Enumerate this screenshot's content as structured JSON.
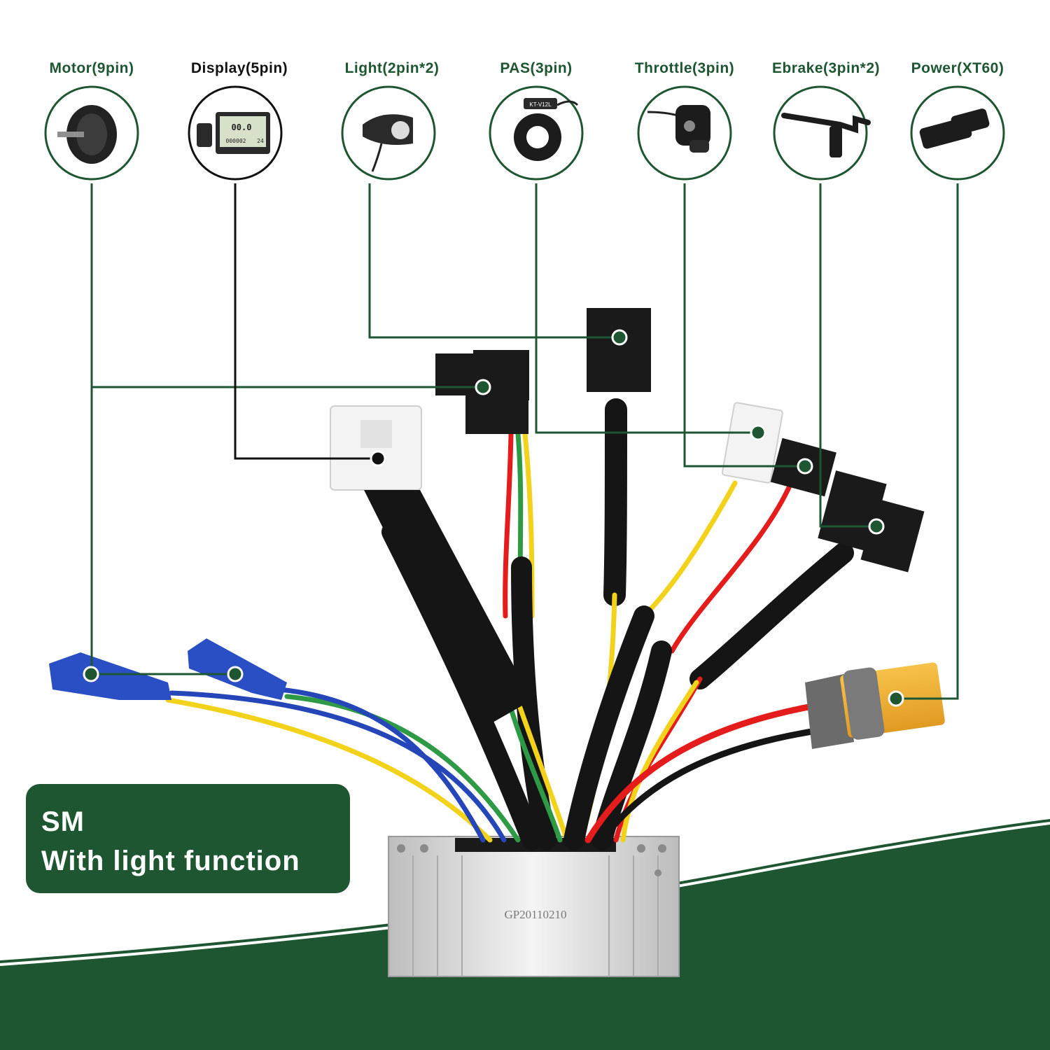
{
  "colors": {
    "brand_green": "#1d5631",
    "leader_black": "#111111",
    "wire_red": "#e41c1c",
    "wire_yellow": "#f2d21b",
    "wire_green": "#2f9a45",
    "wire_blue": "#2446b8",
    "wire_black": "#151515",
    "wire_white": "#f0f0f0",
    "connector_blue": "#2a4fc4",
    "xt60_yellow": "#f2b135",
    "housing_silver": "#d9d9d9"
  },
  "ports": [
    {
      "label": "Motor(9pin)",
      "icon": "hub-motor-icon",
      "color": "#1d5631"
    },
    {
      "label": "Display(5pin)",
      "icon": "lcd-display-icon",
      "color": "#111111"
    },
    {
      "label": "Light(2pin*2)",
      "icon": "headlight-icon",
      "color": "#1d5631"
    },
    {
      "label": "PAS(3pin)",
      "icon": "pas-sensor-icon",
      "color": "#1d5631"
    },
    {
      "label": "Throttle(3pin)",
      "icon": "thumb-throttle-icon",
      "color": "#1d5631"
    },
    {
      "label": "Ebrake(3pin*2)",
      "icon": "brake-lever-icon",
      "color": "#1d5631"
    },
    {
      "label": "Power(XT60)",
      "icon": "battery-plug-icon",
      "color": "#1d5631"
    }
  ],
  "badge": {
    "line1": "SM",
    "line2": "With light function"
  },
  "controller": {
    "serial": "GP20110210"
  },
  "display_screen": {
    "speed": "00.0",
    "odo": "000002",
    "voltage": "24"
  },
  "pas_label": "KT-V12L"
}
